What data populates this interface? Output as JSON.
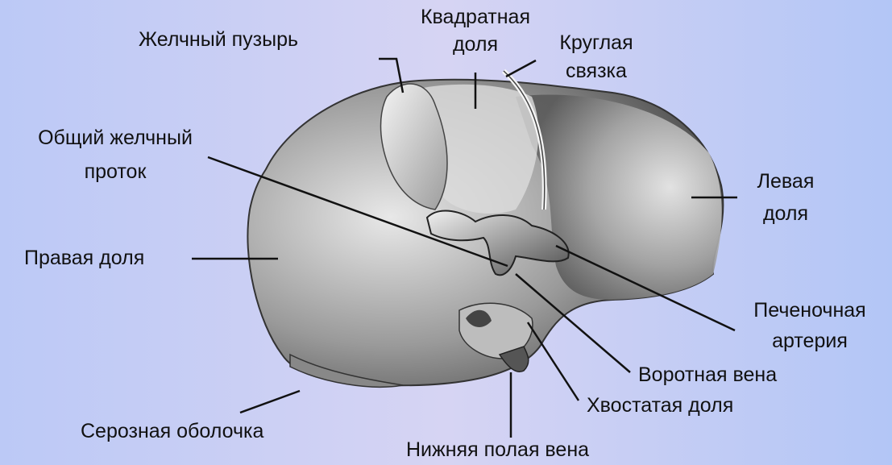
{
  "labels": {
    "gallbladder": "Желчный пузырь",
    "quadrate_lobe_1": "Квадратная",
    "quadrate_lobe_2": "доля",
    "round_ligament_1": "Круглая",
    "round_ligament_2": "связка",
    "common_bile_duct_1": "Общий желчный",
    "common_bile_duct_2": "проток",
    "left_lobe_1": "Левая",
    "left_lobe_2": "доля",
    "right_lobe": "Правая доля",
    "hepatic_artery_1": "Печеночная",
    "hepatic_artery_2": "артерия",
    "portal_vein": "Воротная вена",
    "caudate_lobe": "Хвостатая доля",
    "serous_membrane": "Серозная оболочка",
    "inferior_vena_cava": "Нижняя полая вена"
  },
  "colors": {
    "background": "#c8cdf4",
    "liver_light": "#f2f2f2",
    "liver_dark": "#6b6b6b",
    "line": "#111111"
  }
}
